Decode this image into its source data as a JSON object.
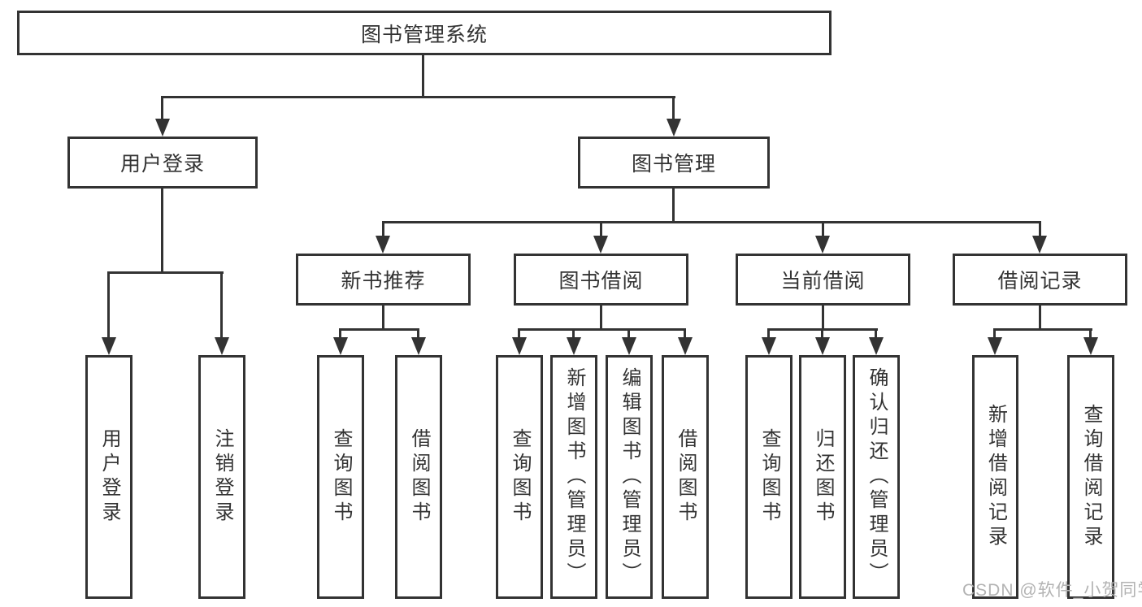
{
  "diagram": {
    "type": "tree",
    "title": "图书管理系统",
    "watermark": "CSDN @软件_小贺同学",
    "colors": {
      "line": "#333333",
      "text": "#333333",
      "box_background": "#ffffff",
      "background": "#ffffff",
      "watermark": "#b3b3b3"
    },
    "nodes": {
      "root": "图书管理系统",
      "user_login": "用户登录",
      "book_mgmt": "图书管理",
      "new_book_rec": "新书推荐",
      "book_borrow": "图书借阅",
      "current_borrow": "当前借阅",
      "borrow_record": "借阅记录",
      "ul_login": "用户登录",
      "ul_logout": "注销登录",
      "nb_query": "查询图书",
      "nb_borrow": "借阅图书",
      "bb_query": "查询图书",
      "bb_add": "新增图书（管理员）",
      "bb_edit": "编辑图书（管理员）",
      "bb_borrow": "借阅图书",
      "cb_query": "查询图书",
      "cb_return": "归还图书",
      "cb_confirm": "确认归还（管理员）",
      "br_add": "新增借阅记录",
      "br_query": "查询借阅记录"
    },
    "structure": {
      "root": [
        "user_login",
        "book_mgmt"
      ],
      "user_login": [
        "ul_login",
        "ul_logout"
      ],
      "book_mgmt": [
        "new_book_rec",
        "book_borrow",
        "current_borrow",
        "borrow_record"
      ],
      "new_book_rec": [
        "nb_query",
        "nb_borrow"
      ],
      "book_borrow": [
        "bb_query",
        "bb_add",
        "bb_edit",
        "bb_borrow"
      ],
      "current_borrow": [
        "cb_query",
        "cb_return",
        "cb_confirm"
      ],
      "borrow_record": [
        "br_add",
        "br_query"
      ]
    }
  }
}
